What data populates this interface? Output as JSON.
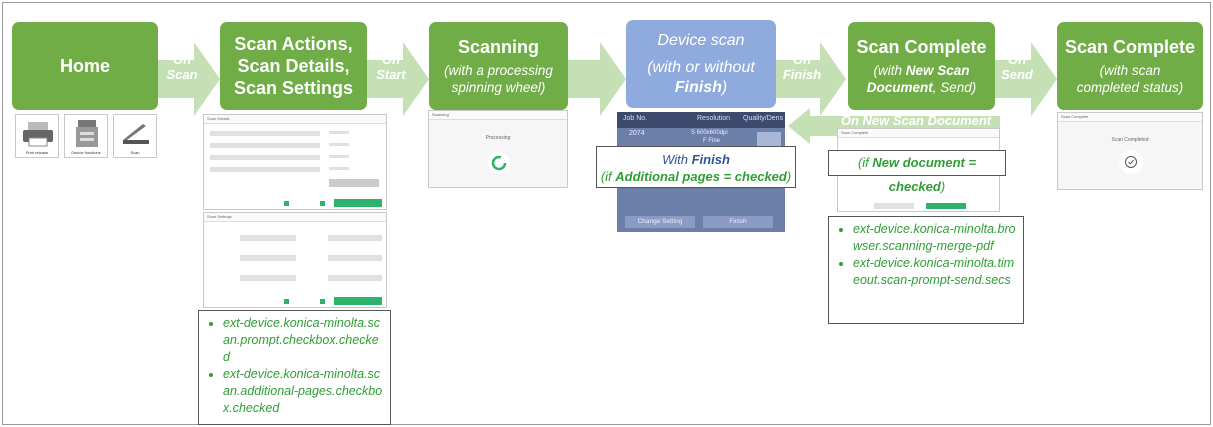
{
  "boxes": {
    "home": {
      "title": "Home"
    },
    "scan_actions": {
      "title_line1": "Scan Actions,",
      "title_line2": "Scan Details,",
      "title_line3": "Scan Settings"
    },
    "scanning": {
      "title": "Scanning",
      "subtitle_line1": "(with a processing",
      "subtitle_line2": "spinning wheel)"
    },
    "device_scan": {
      "title": "Device scan",
      "subtitle_line1": "(with or without",
      "subtitle_bold": "Finish",
      "subtitle_end": ")"
    },
    "scan_complete_1": {
      "title": "Scan Complete",
      "subtitle_pre": "(with ",
      "subtitle_bold": "New Scan Document",
      "subtitle_post": ", Send)"
    },
    "scan_complete_2": {
      "title": "Scan Complete",
      "subtitle_line1": "(with scan",
      "subtitle_line2": "completed status)"
    }
  },
  "transitions": {
    "on_scan": {
      "line1": "On",
      "line2": "Scan"
    },
    "on_start": {
      "line1": "On",
      "line2": "Start"
    },
    "on_finish": {
      "line1": "On",
      "line2": "Finish"
    },
    "on_send": {
      "line1": "On",
      "line2": "Send"
    },
    "on_new_scan_document": "On New Scan Document"
  },
  "home_tiles": [
    "Print release",
    "Device functions",
    "Scan"
  ],
  "shots": {
    "scan_details_title": "Scan Details",
    "scan_settings_title": "Scan Settings",
    "scanning_title": "Scanning",
    "scanning_status": "Processing",
    "complete_title": "Scan Complete",
    "complete_status": "Scan Completed",
    "device_header": [
      "Job No.",
      "Resolution",
      "Quality/Dens"
    ],
    "device_values": [
      "2074",
      "S 600x600dpi",
      "F Fine"
    ],
    "device_buttons": [
      "Change Setting",
      "Finish"
    ]
  },
  "notes": {
    "with_finish": {
      "line1_pre": "With ",
      "line1_bold": "Finish",
      "line2_pre": "(if ",
      "line2_bold": "Additional pages = checked",
      "line2_post": ")"
    },
    "new_document": {
      "pre": "(if ",
      "bold": "New document = checked",
      "post": ")"
    }
  },
  "config_left": [
    "ext-device.konica-minolta.scan.prompt.checkbox.checked",
    "ext-device.konica-minolta.scan.additional-pages.checkbox.checked"
  ],
  "config_right": [
    "ext-device.konica-minolta.browser.scanning-merge-pdf",
    "ext-device.konica-minolta.timeout.scan-prompt-send.secs"
  ],
  "colors": {
    "box_green": "#70ad47",
    "box_blue": "#8faadc",
    "arrow": "#c5e0b4",
    "note_text": "#2e9e35",
    "note_blue_text": "#2f5597"
  }
}
